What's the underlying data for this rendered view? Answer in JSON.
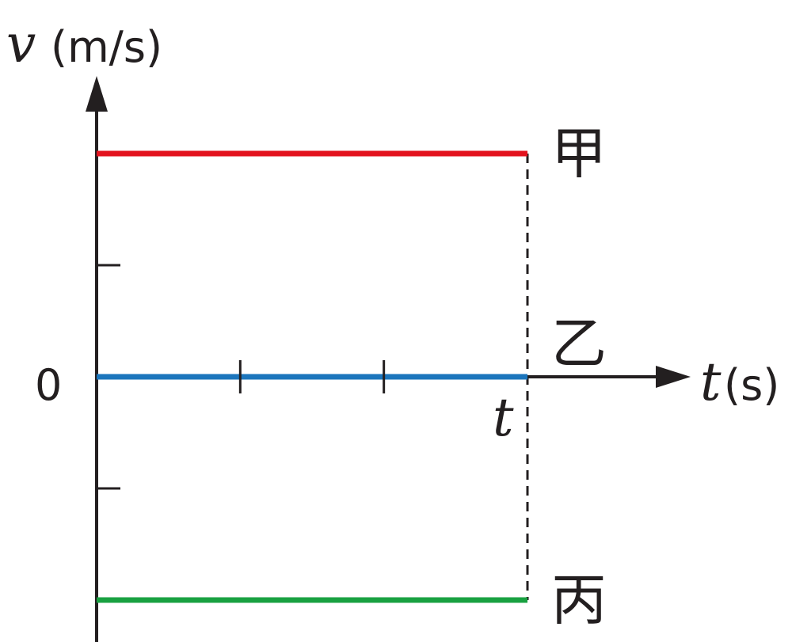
{
  "chart_data": {
    "type": "line",
    "title": "",
    "xlabel": {
      "symbol": "t",
      "unit": "(s)"
    },
    "ylabel": {
      "symbol": "v",
      "unit": "(m/s)"
    },
    "origin_label": "0",
    "x_marker_label": "t",
    "x_ticks": [
      1,
      2
    ],
    "y_ticks": [
      -1,
      1
    ],
    "xlim": [
      0,
      3
    ],
    "ylim": [
      -2,
      2
    ],
    "grid": false,
    "series": [
      {
        "name": "甲",
        "x": [
          0,
          3
        ],
        "y": [
          2,
          2
        ],
        "color": "#e3131e"
      },
      {
        "name": "乙",
        "x": [
          0,
          3
        ],
        "y": [
          0,
          0
        ],
        "color": "#1b75bc"
      },
      {
        "name": "丙",
        "x": [
          0,
          3
        ],
        "y": [
          -2,
          -2
        ],
        "color": "#19a141"
      }
    ]
  }
}
